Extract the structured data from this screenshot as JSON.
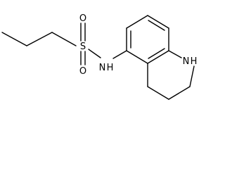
{
  "molecule": {
    "atom_labels": {
      "sulfur": "S",
      "oxygen_top": "O",
      "oxygen_bottom": "O",
      "sulfonamide_nh": "N H",
      "ring_nh": "N H"
    }
  },
  "colors": {
    "stroke": "#000000",
    "background": "#ffffff"
  }
}
